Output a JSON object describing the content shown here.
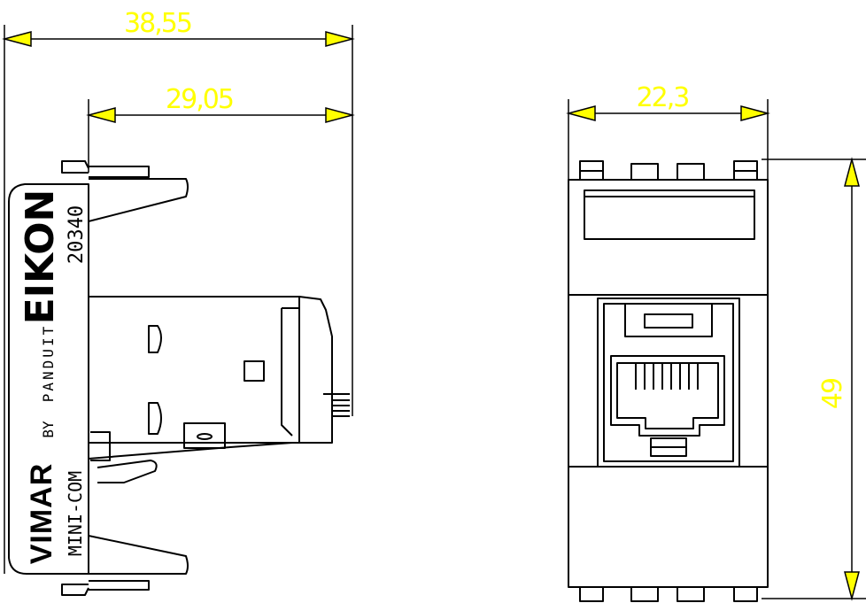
{
  "dimensions": {
    "overall_width": "38,55",
    "body_depth": "29,05",
    "front_width": "22,3",
    "front_height": "49"
  },
  "labels": {
    "brand": "EIKON",
    "code": "20340",
    "maker": "VIMAR",
    "by": "BY",
    "partner": "PANDUIT",
    "series": "MINI-COM"
  },
  "colors": {
    "dimension": "#ffff00",
    "line": "#000000",
    "background": "#ffffff"
  }
}
